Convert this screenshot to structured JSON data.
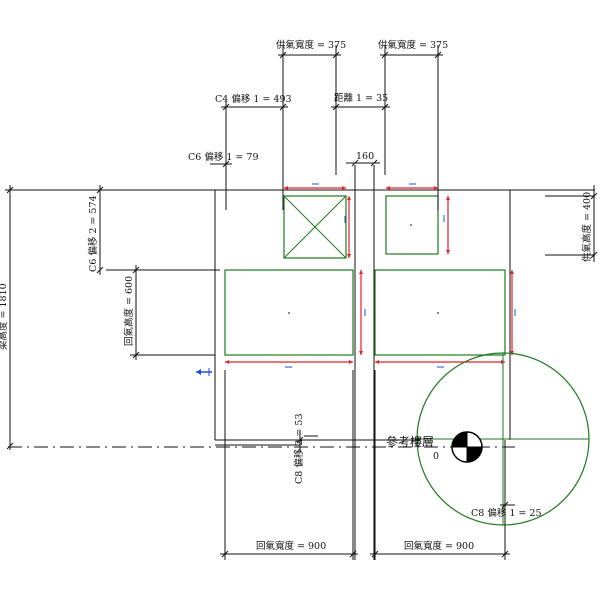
{
  "colors": {
    "line": "#111111",
    "duct": "#1e7a1e",
    "grip": "#e0202a",
    "tag": "#1e4fd8",
    "symbol": "#000000"
  },
  "dimensions": {
    "supply_width_1": "供氣寬度 = 375",
    "supply_width_2": "供氣寬度 = 375",
    "c4_offset_1": "C4 偏移 1 = 493",
    "distance_1": "距離 1 = 35",
    "c6_offset_1": "C6 偏移 1 = 79",
    "gap": "160",
    "c6_offset_2": "C6 偏移 2 = 574",
    "supply_height": "供氣高度 = 400",
    "total_height": "梁高度 = 1810",
    "return_height": "回氣高度 = 600",
    "c8_offset_2": "C8 偏移 2 = 53",
    "c8_offset_1": "C8 偏移 1 = 25",
    "return_width_1": "回氣寬度 = 900",
    "return_width_2": "回氣寬度 = 900"
  },
  "reference_level": {
    "name": "參考樓層",
    "elevation": "0"
  },
  "icons": {
    "level_marker": "level-head-icon",
    "flip_control": "flip-arrow-icon"
  }
}
